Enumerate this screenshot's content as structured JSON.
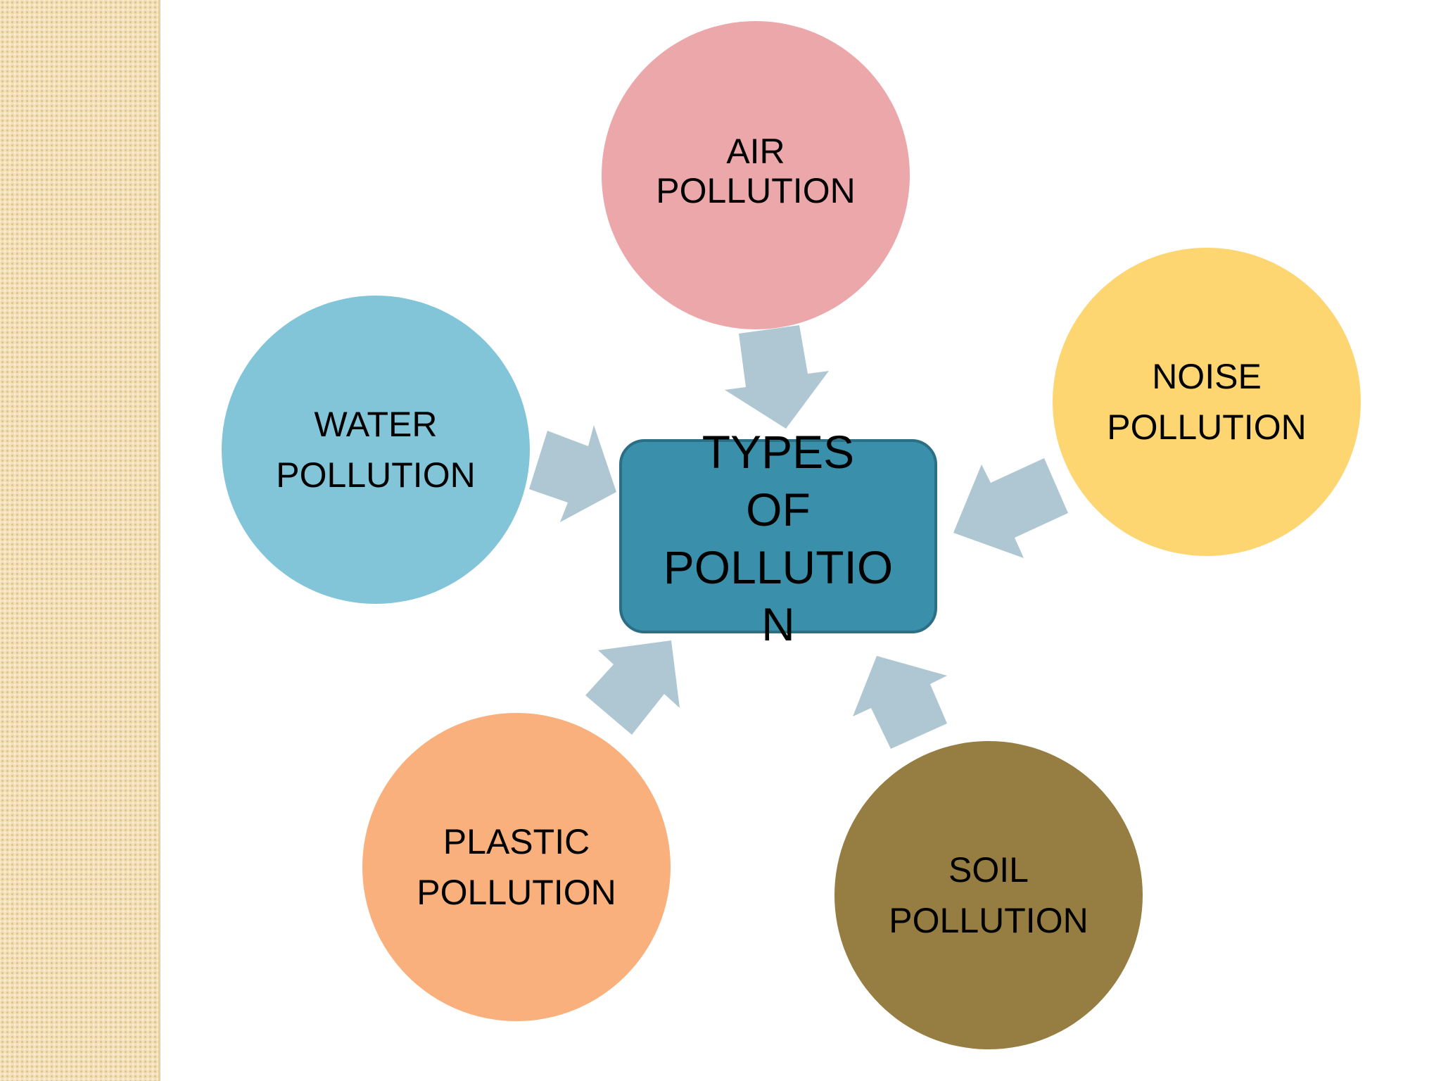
{
  "diagram": {
    "center": {
      "lines": [
        "TYPES",
        "OF",
        "POLLUTIO",
        "N"
      ],
      "fill": "#3a90aa",
      "border": "#2b6f85"
    },
    "nodes": [
      {
        "id": "air",
        "lines": [
          "AIR",
          "POLLUTION"
        ],
        "color": "#eca7aa"
      },
      {
        "id": "noise",
        "lines": [
          "NOISE",
          "POLLUTION"
        ],
        "color": "#fdd571"
      },
      {
        "id": "water",
        "lines": [
          "WATER",
          "POLLUTION"
        ],
        "color": "#82c4d8"
      },
      {
        "id": "plastic",
        "lines": [
          "PLASTIC",
          "POLLUTION"
        ],
        "color": "#f9b07c"
      },
      {
        "id": "soil",
        "lines": [
          "SOIL",
          "POLLUTION"
        ],
        "color": "#967e43"
      }
    ],
    "arrow_color": "#afc7d2",
    "side_band_color": "#f3e0b8"
  }
}
